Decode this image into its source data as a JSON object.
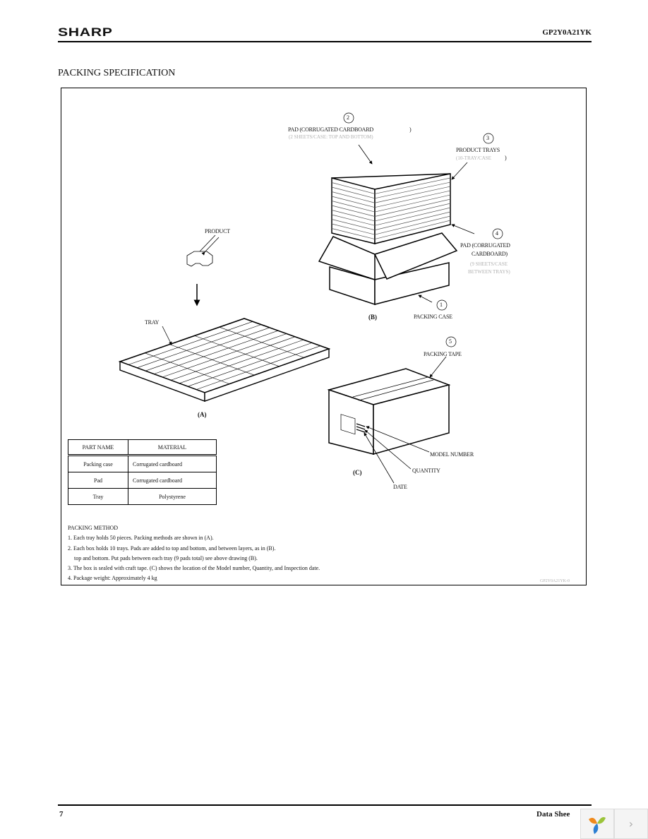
{
  "header": {
    "logo": "SHARP",
    "model": "GP2Y0A21YK"
  },
  "section_title": "PACKING SPECIFICATION",
  "figure_a": {
    "product_label": "PRODUCT",
    "tray_label": "TRAY",
    "caption": "(A)"
  },
  "figure_b": {
    "callouts": [
      {
        "num": "2",
        "label": "PAD (CORRUGATED CARDBOARD",
        "close": ")",
        "sub": "(2 SHEETS/CASE: TOP AND BOTTOM)"
      },
      {
        "num": "3",
        "label": "PRODUCT TRAYS",
        "sub": "(10-TRAY/CASE",
        "close": ")"
      },
      {
        "num": "4",
        "label": "PAD (CORRUGATED",
        "label2": "CARDBOARD)",
        "sub": "(9 SHEETS/CASE",
        "sub2": "BETWEEN TRAYS)"
      },
      {
        "num": "1",
        "label": "PACKING CASE"
      }
    ],
    "caption": "(B)"
  },
  "figure_c": {
    "tape_num": "5",
    "tape_label": "PACKING TAPE",
    "model_number": "MODEL NUMBER",
    "quantity": "QUANTITY",
    "date": "DATE",
    "caption": "(C)"
  },
  "parts_table": {
    "headers": [
      "PART NAME",
      "MATERIAL"
    ],
    "rows": [
      [
        "Packing case",
        "Corrugated cardboard"
      ],
      [
        "Pad",
        "Corrugated cardboard"
      ],
      [
        "Tray",
        "Polystyrene"
      ]
    ]
  },
  "packing_method": {
    "title": "PACKING METHOD",
    "lines": [
      "1. Each tray holds 50 pieces. Packing methods are shown in (A).",
      "2. Each box holds 10 trays. Pads are added to top and bottom, and between layers, as in (B).",
      "    top and bottom. Put pads between each tray (9 pads total) see above drawing (B).",
      "3. The box is sealed with craft tape. (C) shows the location of the Model number, Quantity, and Inspection date.",
      "4. Package weight: Approximately 4 kg"
    ]
  },
  "drawing_code": "GP2Y0A21YK-0",
  "footer": {
    "page": "7",
    "label": "Data  Shee",
    "next_icon": "chevron-right-icon",
    "logo_icon": "pinwheel-logo-icon"
  }
}
